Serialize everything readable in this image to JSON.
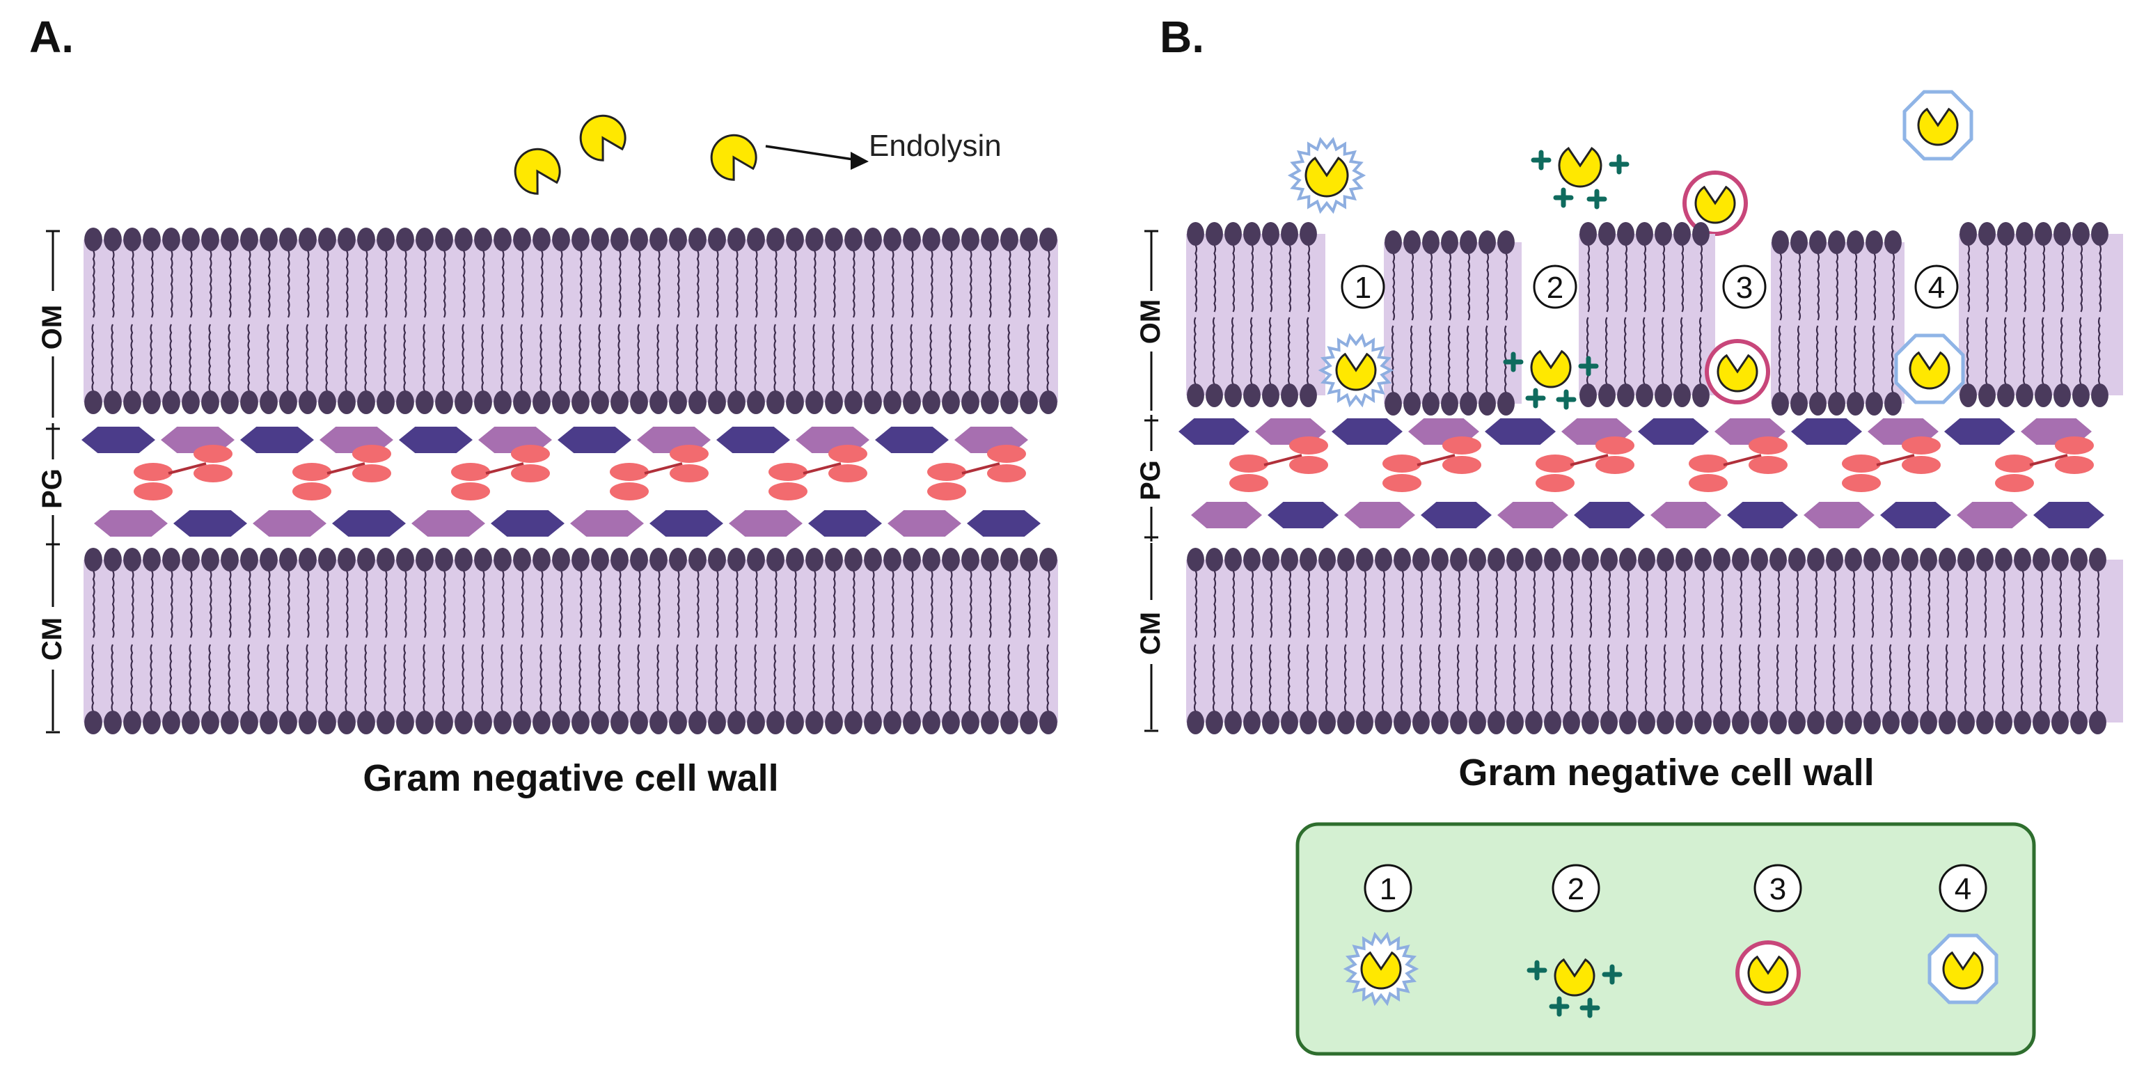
{
  "panel_a": {
    "letter": "A.",
    "caption": "Gram negative cell wall",
    "layers": {
      "om": "OM",
      "pg": "PG",
      "cm": "CM"
    },
    "enzyme_label": "Endolysin"
  },
  "panel_b": {
    "letter": "B.",
    "caption": "Gram negative cell wall",
    "layers": {
      "om": "OM",
      "pg": "PG",
      "cm": "CM"
    },
    "channel_numbers": [
      "1",
      "2",
      "3",
      "4"
    ]
  },
  "legend": {
    "numbers": [
      "1",
      "2",
      "3",
      "4"
    ]
  },
  "colors": {
    "lipid_head": "#4a3a5c",
    "lipid_band": "#dccbe8",
    "lipid_tail": "#3a2a4a",
    "glycan_dark": "#4b3c8a",
    "glycan_light": "#a76fb0",
    "peptide": "#f26b6f",
    "enzyme": "#ffe800",
    "enzyme_stroke": "#222222",
    "star_halo": "#8eaee0",
    "cross_mod": "#0f6b5e",
    "ring_mod": "#c8467a",
    "octagon_mod": "#8fb4e6",
    "legend_fill": "#d4f0d2",
    "legend_stroke": "#2e6e2e"
  },
  "icons": {
    "enzyme": "pacman-enzyme-icon",
    "mod_1": "spiky-halo-enzyme-icon",
    "mod_2": "cross-decorated-enzyme-icon",
    "mod_3": "ring-enzyme-icon",
    "mod_4": "octagon-shell-enzyme-icon"
  }
}
